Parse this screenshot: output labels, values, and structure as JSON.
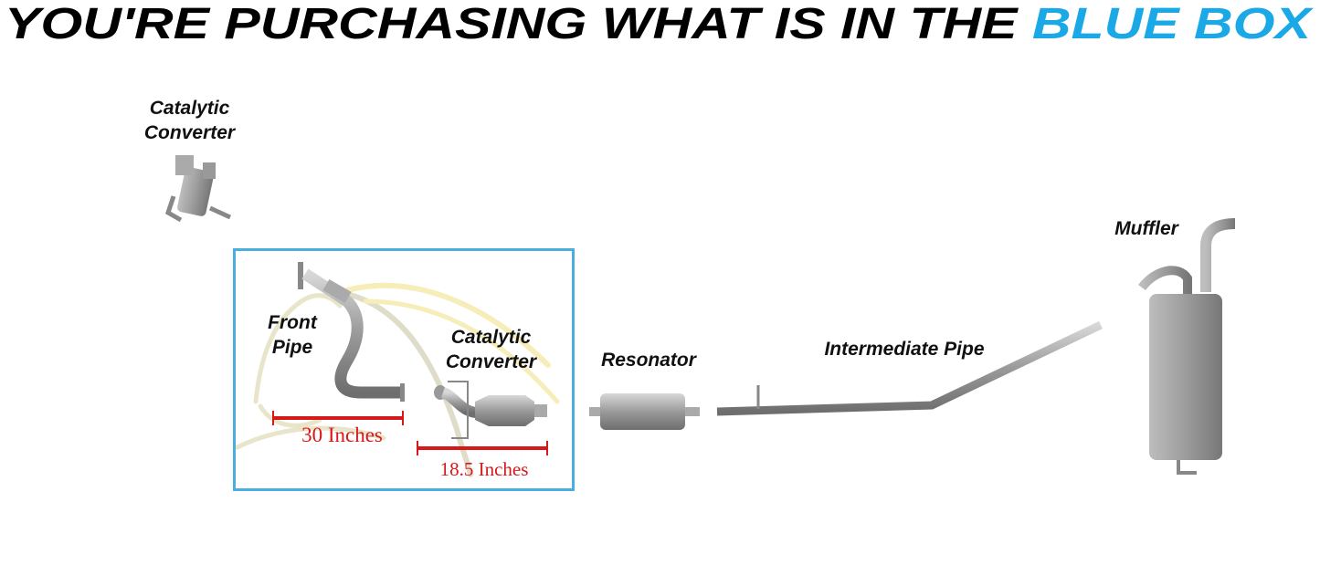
{
  "title": {
    "prefix": "YOU'RE PURCHASING WHAT IS IN THE ",
    "highlight": "BLUE BOX",
    "highlight_color": "#1aa9e6"
  },
  "labels": {
    "cat_converter_top": [
      "Catalytic",
      "Converter"
    ],
    "front_pipe": [
      "Front",
      "Pipe"
    ],
    "cat_converter_box": [
      "Catalytic",
      "Converter"
    ],
    "resonator": "Resonator",
    "intermediate_pipe": "Intermediate Pipe",
    "muffler": "Muffler"
  },
  "dimensions": {
    "front_pipe_length": "30 Inches",
    "cat_converter_length": "18.5 Inches",
    "color": "#d81818"
  },
  "box_color": "#4aaee0"
}
